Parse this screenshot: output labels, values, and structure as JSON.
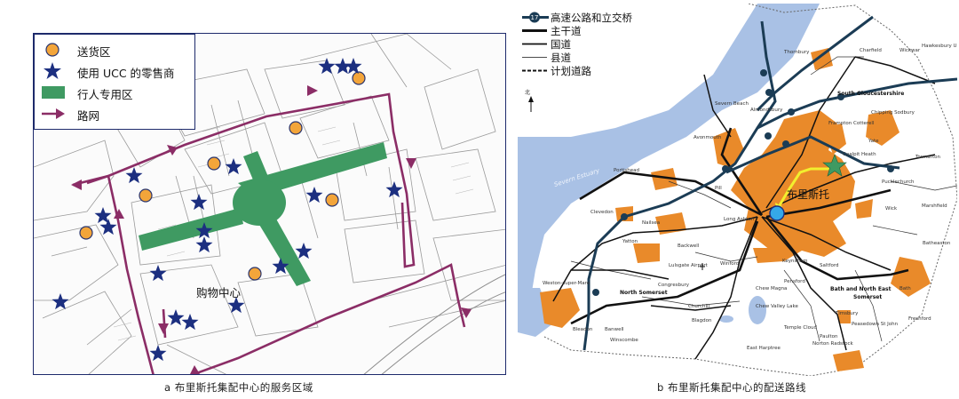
{
  "panel_a": {
    "legend": [
      {
        "icon": "orange-circle-icon",
        "label": "送货区"
      },
      {
        "icon": "blue-star-icon",
        "label": "使用 UCC 的零售商"
      },
      {
        "icon": "green-rect-icon",
        "label": "行人专用区"
      },
      {
        "icon": "purple-arrow-icon",
        "label": "路网"
      }
    ],
    "center_label": "购物中心",
    "caption": "a  布里斯托集配中心的服务区域"
  },
  "panel_b": {
    "legend": [
      {
        "icon": "motorway-icon",
        "badge": "17",
        "label": "高速公路和立交桥"
      },
      {
        "icon": "trunk-road-icon",
        "label": "主干道"
      },
      {
        "icon": "national-road-icon",
        "label": "国道"
      },
      {
        "icon": "county-road-icon",
        "label": "县道"
      },
      {
        "icon": "planned-road-icon",
        "label": "计划道路"
      }
    ],
    "north_label": "北",
    "bristol_label": "布里斯托",
    "estuary_label": "Severn Estuary",
    "region_labels": {
      "south_glos": "South Gloucestershire",
      "north_somerset": "North Somerset",
      "bath": "Bath and North East",
      "bath2": "Somerset"
    },
    "places": [
      "Thornbury",
      "Charfield",
      "Wickwar",
      "Hawkesbury Upton",
      "Severn Beach",
      "Almondsbury",
      "Frampton Cotterell",
      "Chipping Sodbury",
      "Yate",
      "Avonmouth",
      "Coalpit Heath",
      "Tormarton",
      "Portishead",
      "Pill",
      "Pucklechurch",
      "Marshfield",
      "Clevedon",
      "Nailsea",
      "Long Ashton",
      "Wick",
      "Yatton",
      "Backwell",
      "Keynsham",
      "Batheaston",
      "Weston-super-Mare",
      "Congresbury",
      "Lulsgate Airport",
      "Winford",
      "Saltford",
      "Bath",
      "Churchill",
      "Pensford",
      "Chew Magna",
      "Blagdon",
      "Chew Valley Lake",
      "Temple Cloud",
      "Timsbury",
      "Peasedown St John",
      "Bleadon",
      "Banwell",
      "Winscombe",
      "East Harptree",
      "Paulton",
      "Norton Radstock",
      "Freshford"
    ],
    "caption": "b  布里斯托集配中心的配送路线"
  }
}
